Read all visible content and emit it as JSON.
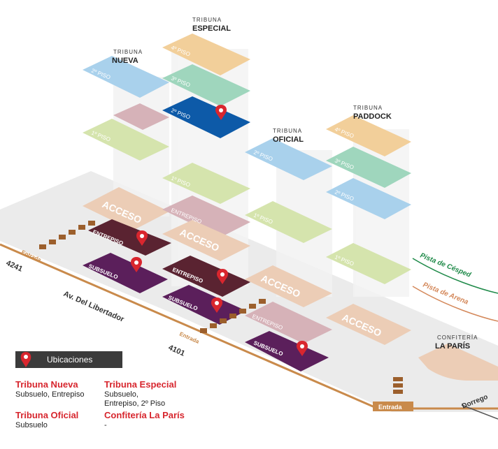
{
  "tribunas": {
    "nueva": {
      "line1": "TRIBUNA",
      "line2": "NUEVA"
    },
    "especial": {
      "line1": "TRIBUNA",
      "line2": "ESPECIAL"
    },
    "oficial": {
      "line1": "TRIBUNA",
      "line2": "OFICIAL"
    },
    "paddock": {
      "line1": "TRIBUNA",
      "line2": "PADDOCK"
    },
    "confiteria": {
      "line1": "CONFITERÍA",
      "line2": "LA PARÍS"
    }
  },
  "floors": {
    "piso4": "4º PISO",
    "piso3": "3º PISO",
    "piso2": "2º PISO",
    "piso1": "1º PISO",
    "entrepiso": "ENTREPISO",
    "subsuelo": "SUBSUELO",
    "acceso": "ACCESO"
  },
  "streets": {
    "libertador": "Av. Del Libertador",
    "num_4241": "4241",
    "num_4101": "4101",
    "dorrego": "Dorrego",
    "entrada": "Entrada"
  },
  "tracks": {
    "cesped": "Pista de Césped",
    "arena": "Pista de Arena"
  },
  "legend": {
    "title": "Ubicaciones",
    "items": [
      {
        "title": "Tribuna Nueva",
        "detail": "Subsuelo, Entrepiso"
      },
      {
        "title": "Tribuna Especial",
        "detail": "Subsuelo, Entrepiso, 2º Piso"
      },
      {
        "title": "Tribuna Oficial",
        "detail": "Subsuelo"
      },
      {
        "title": "Confitería La París",
        "detail": "-"
      }
    ]
  },
  "colors": {
    "piso4": "#f2cf9a",
    "piso3": "#9fd6bd",
    "piso2": "#a9d1ec",
    "piso2_selected": "#0d5aa8",
    "piso1": "#d5e4ad",
    "entrepiso_grey": "#d6b2b8",
    "entrepiso_dark": "#5a2331",
    "subsuelo": "#5b1f5b",
    "acceso": "#eccdb6",
    "pin": "#d9262e",
    "track_cesped": "#1f8a49",
    "track_arena": "#d4885a",
    "street": "#c98a4b",
    "legend_accent": "#d7262e"
  }
}
